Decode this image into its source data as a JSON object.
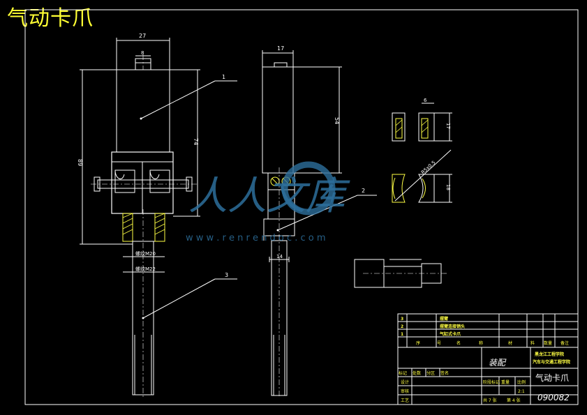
{
  "drawing": {
    "title": "气动卡爪",
    "drawing_number": "090082"
  },
  "dimensions": {
    "top_width": "27",
    "stem_width": "8",
    "overall_height": "89",
    "body_height": "74",
    "side_width": "17",
    "side_height": "54",
    "side_bottom": "14",
    "detail_thickness": "6",
    "detail_height": "17",
    "detail_height2": "18",
    "detail_radius": "R5x0.5",
    "thread_lower1": "螺纹M20",
    "thread_lower2": "螺纹M22"
  },
  "balloons": [
    "1",
    "2",
    "3"
  ],
  "title_block": {
    "rows": [
      {
        "no": "3",
        "name": "摆臂"
      },
      {
        "no": "2",
        "name": "摆臂连接销头"
      },
      {
        "no": "1",
        "name": "气缸式卡爪"
      }
    ],
    "header": [
      "序",
      "号",
      "名",
      "称",
      "材",
      "料",
      "数量",
      "备注"
    ],
    "school_line1": "黑龙江工程学院",
    "school_line2": "汽车与交通工程学院",
    "design_label": "装配",
    "row_labels": [
      "标记",
      "处数",
      "分区",
      "签名",
      "设计",
      "审核",
      "工艺"
    ],
    "mid_labels": [
      "阶段标记",
      "重量",
      "比例"
    ],
    "scale": "2:1",
    "sheets": "共 7 张",
    "sheet_no": "第 4 张"
  },
  "watermark": {
    "text": "人人文库",
    "url": "w w w . r e n r e n d o c . c o m"
  }
}
